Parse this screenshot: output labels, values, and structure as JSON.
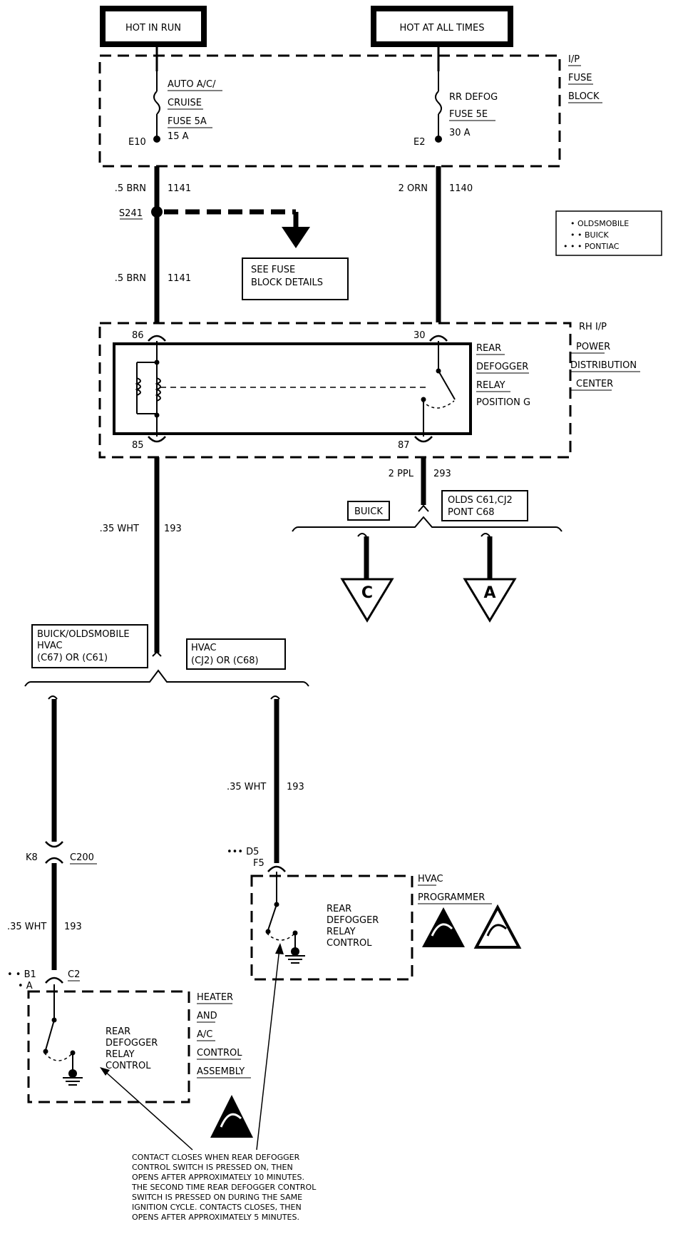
{
  "power": {
    "hot_in_run": "HOT IN RUN",
    "hot_at_all_times": "HOT AT ALL TIMES"
  },
  "ip_fuse_block": {
    "label_1": "I/P",
    "label_2": "FUSE",
    "label_3": "BLOCK",
    "fuse_left_1": "AUTO A/C/",
    "fuse_left_2": "CRUISE",
    "fuse_left_3": "FUSE 5A",
    "fuse_left_amps": "15 A",
    "fuse_left_pin": "E10",
    "fuse_right_1": "RR DEFOG",
    "fuse_right_2": "FUSE 5E",
    "fuse_right_amps": "30 A",
    "fuse_right_pin": "E2"
  },
  "wires": {
    "w1_color": ".5 BRN",
    "w1_num": "1141",
    "w2_color": "2 ORN",
    "w2_num": "1140",
    "splice": "S241",
    "w3_color": ".5 BRN",
    "w3_num": "1141",
    "w4_color": "2 PPL",
    "w4_num": "293",
    "w5_color": ".35 WHT",
    "w5_num": "193",
    "w6_color": ".35 WHT",
    "w6_num": "193",
    "w7_color": ".35 WHT",
    "w7_num": "193"
  },
  "see_fuse": {
    "line1": "SEE FUSE",
    "line2": "BLOCK DETAILS"
  },
  "legend": {
    "l1": "• OLDSMOBILE",
    "l2": "• • BUICK",
    "l3": "• • • PONTIAC"
  },
  "pdc": {
    "label_1": "RH I/P",
    "label_2": "POWER",
    "label_3": "DISTRIBUTION",
    "label_4": "CENTER",
    "relay_1": "REAR",
    "relay_2": "DEFOGGER",
    "relay_3": "RELAY",
    "relay_4": "POSITION G",
    "pin_86": "86",
    "pin_85": "85",
    "pin_30": "30",
    "pin_87": "87"
  },
  "branch_right": {
    "buick": "BUICK",
    "olds_1": "OLDS C61,CJ2",
    "olds_2": "PONT C68",
    "ref_c": "C",
    "ref_a": "A"
  },
  "branch_left": {
    "opt1_1": "BUICK/OLDSMOBILE",
    "opt1_2": "HVAC",
    "opt1_3": "(C67) OR (C61)",
    "opt2_1": "HVAC",
    "opt2_2": "(CJ2) OR (C68)"
  },
  "connectors": {
    "k8": "K8",
    "c200": "C200",
    "d5": "••• D5",
    "f5": "F5",
    "b1": "• • B1",
    "a": "• A",
    "c2": "C2"
  },
  "hvac_programmer": {
    "label_1": "HVAC",
    "label_2": "PROGRAMMER",
    "ctrl_1": "REAR",
    "ctrl_2": "DEFOGGER",
    "ctrl_3": "RELAY",
    "ctrl_4": "CONTROL"
  },
  "heater": {
    "label_1": "HEATER",
    "label_2": "AND",
    "label_3": "A/C",
    "label_4": "CONTROL",
    "label_5": "ASSEMBLY",
    "ctrl_1": "REAR",
    "ctrl_2": "DEFOGGER",
    "ctrl_3": "RELAY",
    "ctrl_4": "CONTROL"
  },
  "note": {
    "l1": "CONTACT CLOSES WHEN REAR DEFOGGER",
    "l2": "CONTROL SWITCH IS PRESSED ON, THEN",
    "l3": "OPENS AFTER APPROXIMATELY 10 MINUTES.",
    "l4": "THE SECOND TIME REAR DEFOGGER CONTROL",
    "l5": "SWITCH IS PRESSED ON DURING THE SAME",
    "l6": "IGNITION CYCLE. CONTACTS CLOSES, THEN",
    "l7": "OPENS AFTER APPROXIMATELY 5 MINUTES."
  }
}
